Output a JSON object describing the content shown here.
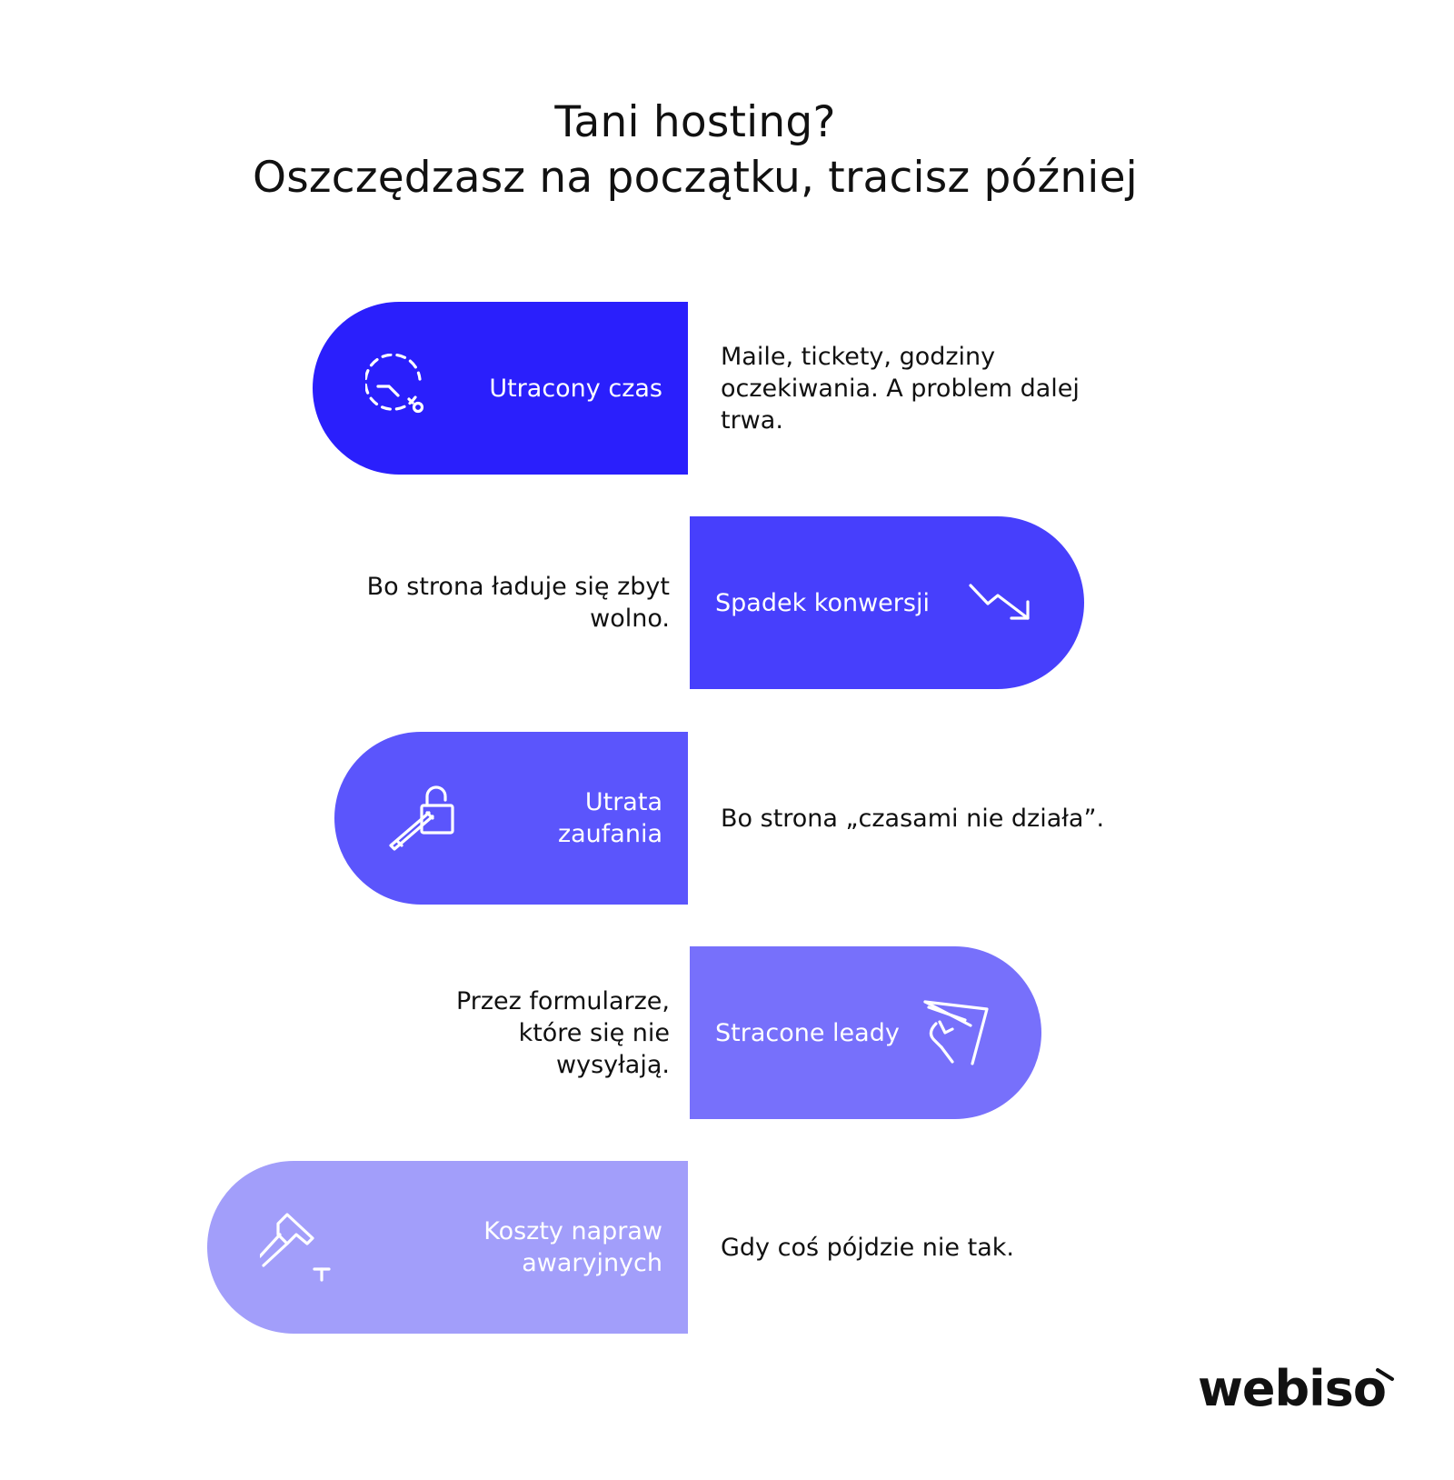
{
  "title": {
    "line1": "Tani hosting?",
    "line2": "Oszczędzasz na początku, tracisz później"
  },
  "items": [
    {
      "label": "Utracony czas",
      "description": "Maile, tickety, godziny oczekiwania. A problem dalej trwa.",
      "icon": "clock-dashed-icon",
      "color": "#2a1ffc"
    },
    {
      "label": "Spadek konwersji",
      "description": "Bo strona ładuje się zbyt wolno.",
      "icon": "trend-down-arrow-icon",
      "color": "#473ffc"
    },
    {
      "label_line1": "Utrata",
      "label_line2": "zaufania",
      "description": "Bo strona „czasami nie działa”.",
      "icon": "unlocked-padlock-key-icon",
      "color": "#5b55fc"
    },
    {
      "label": "Stracone leady",
      "description_line1": "Przez formularze,",
      "description_line2": "które się nie",
      "description_line3": "wysyłają.",
      "icon": "paper-plane-hand-icon",
      "color": "#7770fb"
    },
    {
      "label_line1": "Koszty napraw",
      "label_line2": "awaryjnych",
      "description": "Gdy coś pójdzie nie tak.",
      "icon": "hammer-nail-icon",
      "color": "#a29efa"
    }
  ],
  "brand": {
    "name": "webiso"
  }
}
